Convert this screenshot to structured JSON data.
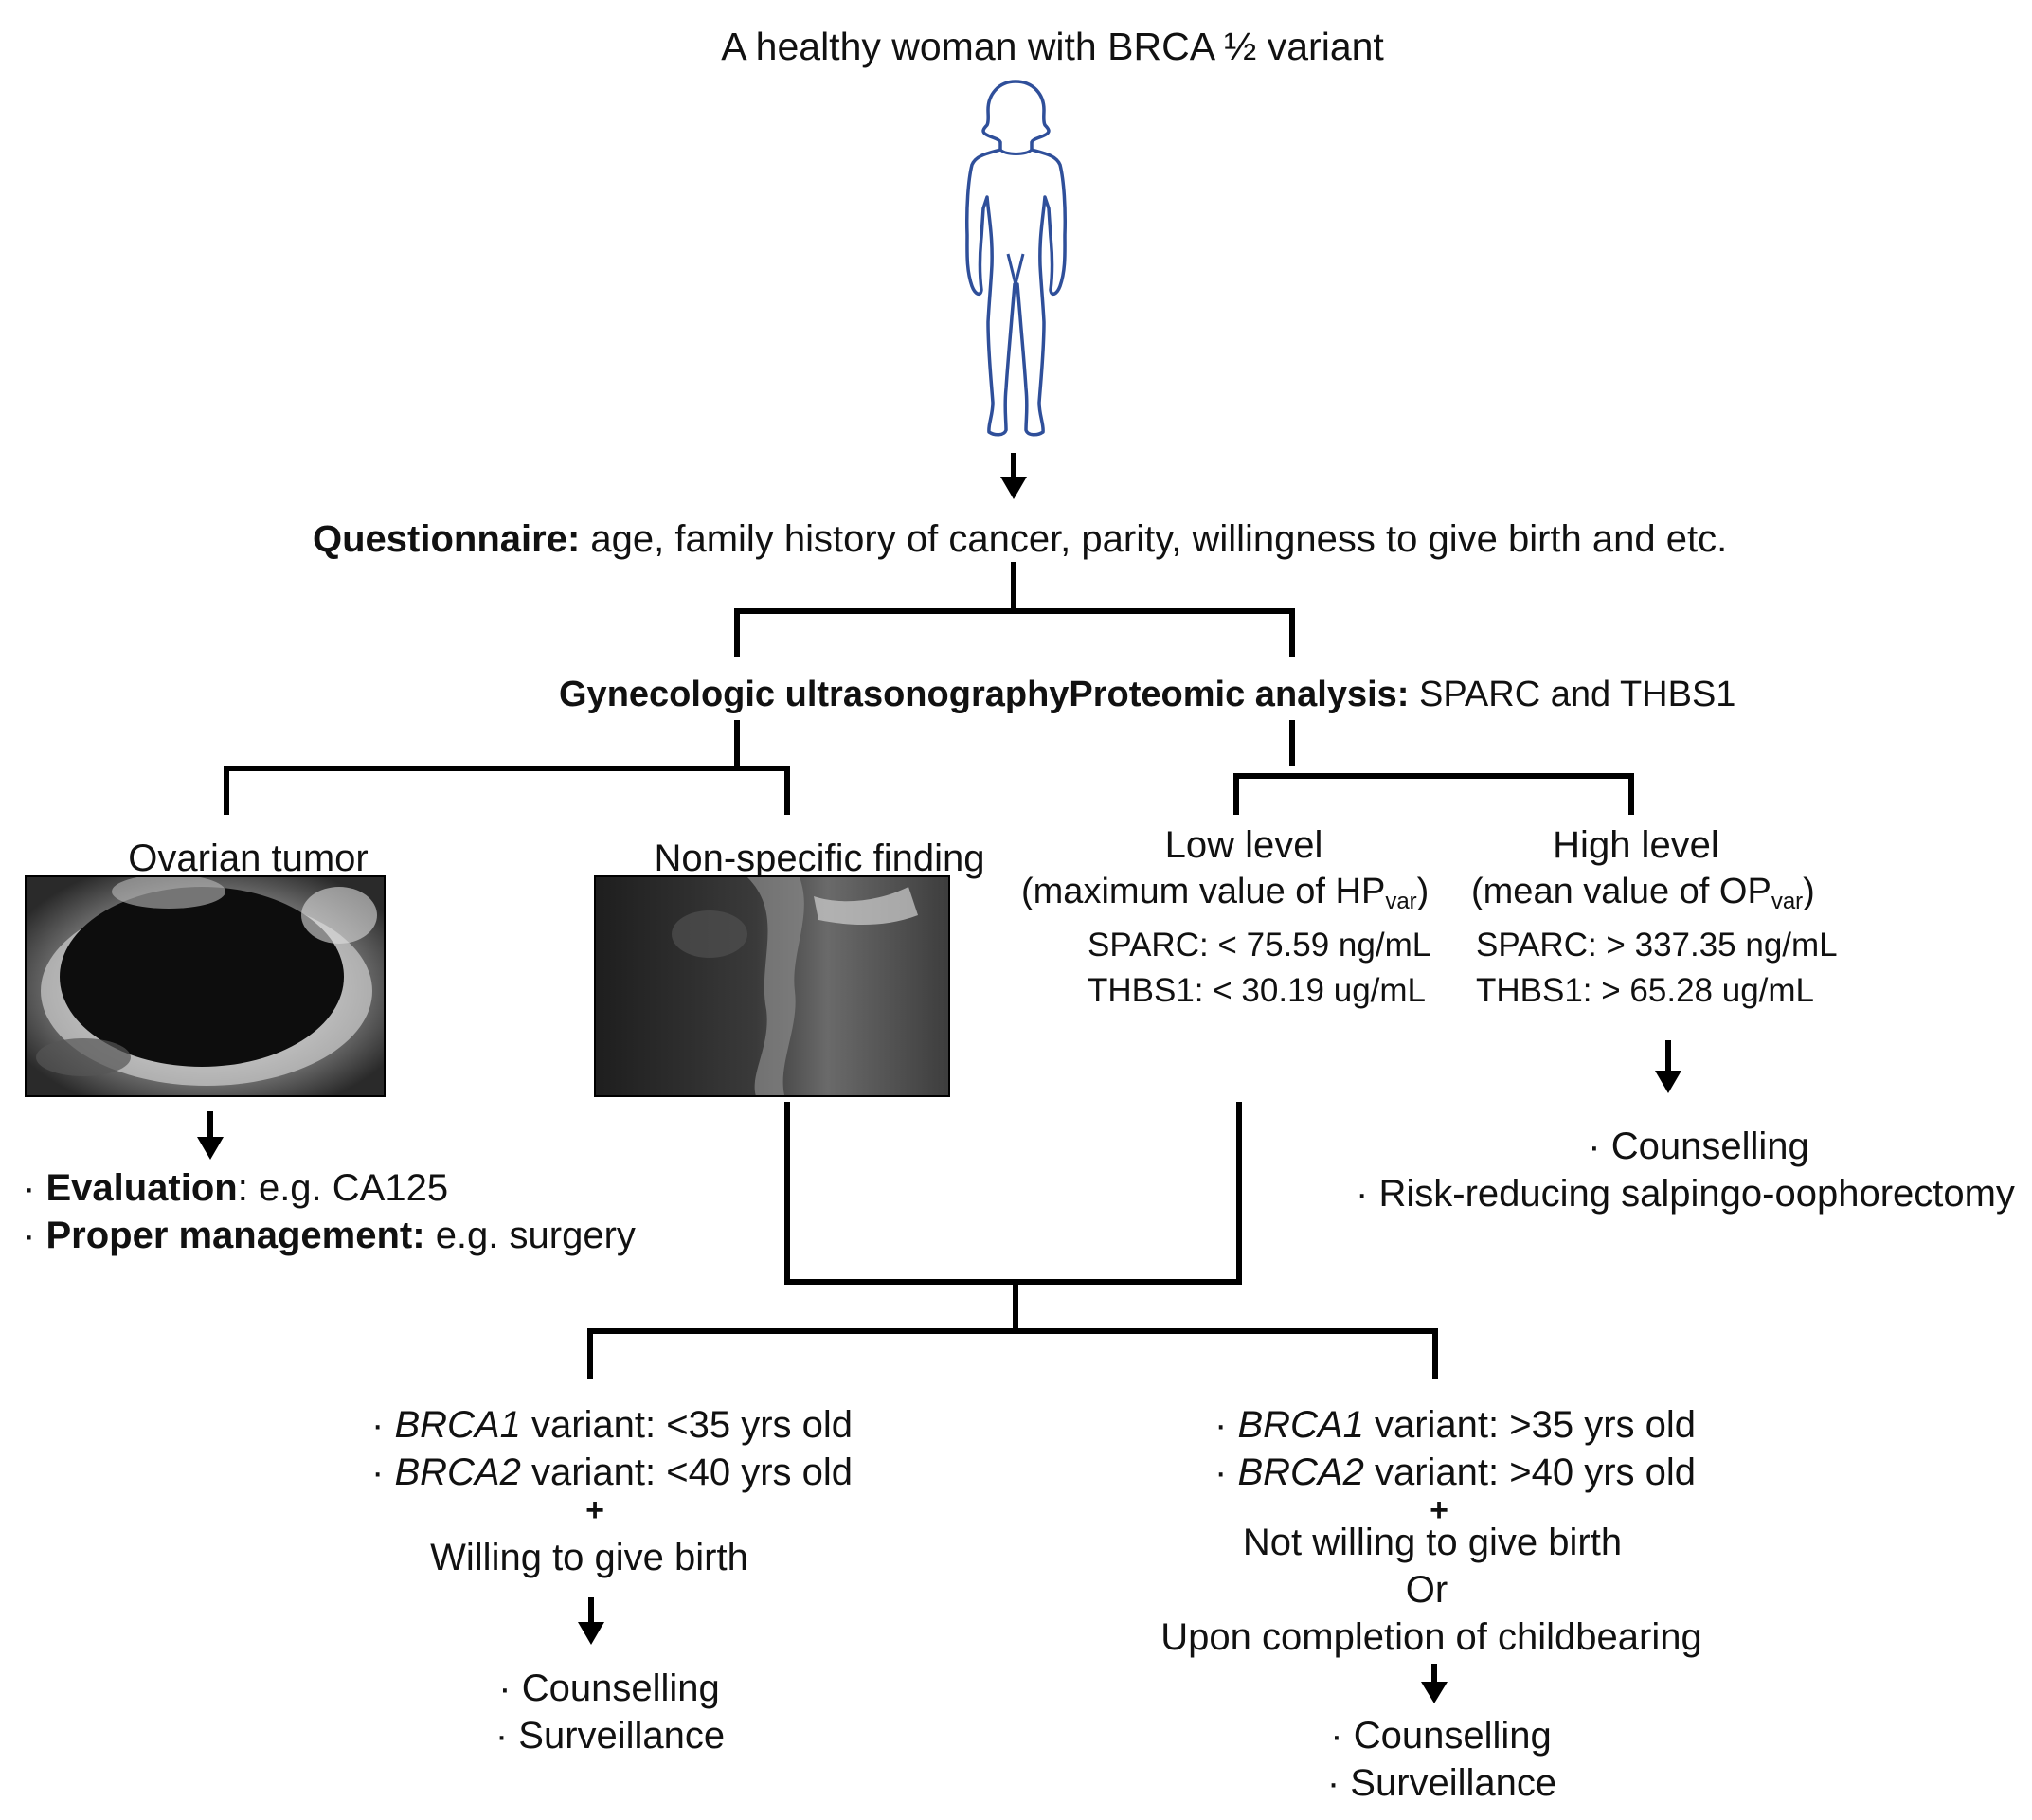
{
  "title": "A healthy woman with BRCA ½ variant",
  "questionnaire": {
    "label": "Questionnaire:",
    "text": "age, family history of cancer, parity, willingness to give birth and etc."
  },
  "ultrasound": {
    "label": "Gynecologic ultrasonography",
    "ovarian_tumor": "Ovarian tumor",
    "nonspecific": "Non-specific finding"
  },
  "proteomic": {
    "label": "Proteomic analysis:",
    "text": "SPARC and THBS1",
    "low": {
      "title": "Low level",
      "sub_pre": "(maximum value of HP",
      "sub_sub": "var",
      "sub_post": ")",
      "sparc": "SPARC: < 75.59 ng/mL",
      "thbs1": "THBS1: < 30.19 ug/mL"
    },
    "high": {
      "title": "High level",
      "sub_pre": "(mean value of OP",
      "sub_sub": "var",
      "sub_post": ")",
      "sparc": "SPARC: > 337.35 ng/mL",
      "thbs1": "THBS1: > 65.28 ug/mL"
    }
  },
  "high_actions": [
    "· Counselling",
    "· Risk-reducing salpingo-oophorectomy"
  ],
  "tumor_actions": {
    "bullet": "·",
    "eval_label": "Evaluation",
    "eval_text": ": e.g. CA125",
    "mgmt_label": "Proper management:",
    "mgmt_text": "e.g. surgery"
  },
  "young": {
    "bullet": "·",
    "brca1": "BRCA1",
    "brca1_text": "variant: <35 yrs old",
    "brca2": "BRCA2",
    "brca2_text": "variant: <40 yrs old",
    "plus": "+",
    "condition": "Willing to give birth",
    "actions": [
      "· Counselling",
      "· Surveillance"
    ]
  },
  "old": {
    "bullet": "·",
    "brca1": "BRCA1",
    "brca1_text": "variant: >35 yrs old",
    "brca2": "BRCA2",
    "brca2_text": "variant: >40 yrs old",
    "plus": "+",
    "condition1": "Not willing to give birth",
    "or": "Or",
    "condition2": "Upon completion of childbearing",
    "actions": [
      "· Counselling",
      "· Surveillance"
    ]
  },
  "colors": {
    "figure_outline": "#2f4f9a",
    "lines": "#000000"
  }
}
